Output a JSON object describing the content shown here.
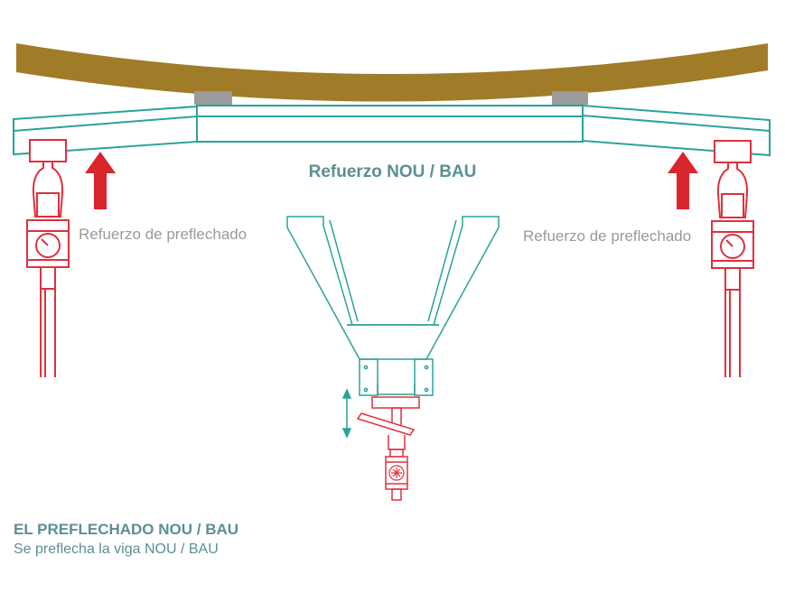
{
  "title": "Refuerzo NOU / BAU",
  "side_labels": {
    "left": "Refuerzo de preflechado",
    "right": "Refuerzo de preflechado"
  },
  "footer": {
    "heading": "EL PREFLECHADO NOU / BAU",
    "subheading": "Se preflecha la viga NOU / BAU"
  },
  "colors": {
    "wood": "#a07c28",
    "beam": "#2aa39a",
    "jack": "#e0303d",
    "arrow": "#d8262c",
    "pad": "#9b9b9b",
    "title_text": "#5b8f93",
    "label_text": "#9a9a9a"
  },
  "icons": [
    "up-arrow-icon",
    "up-arrow-icon",
    "pressure-gauge-icon",
    "pressure-gauge-icon",
    "double-arrow-icon"
  ]
}
